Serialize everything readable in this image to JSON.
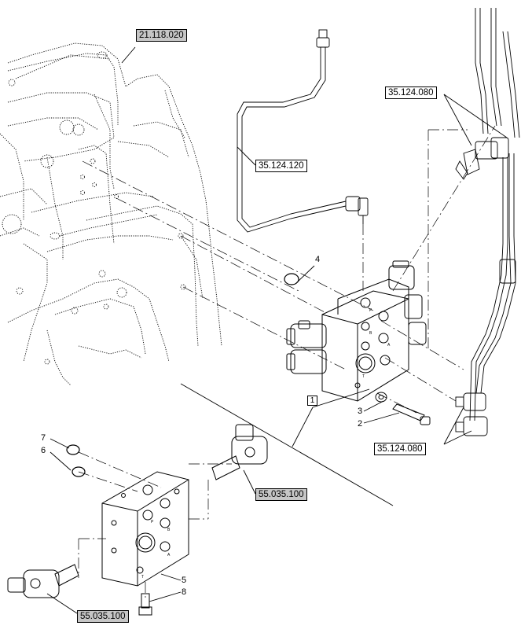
{
  "references": {
    "frame": "21.118.020",
    "pipe": "35.124.120",
    "hoses_upper": "35.124.080",
    "hoses_lower": "35.124.080",
    "solenoid_upper": "55.035.100",
    "solenoid_lower": "55.035.100"
  },
  "part_numbers": {
    "p1": "1",
    "p2": "2",
    "p3": "3",
    "p4": "4",
    "p5": "5",
    "p6": "6",
    "p7": "7",
    "p8": "8"
  },
  "port_marks": {
    "upper_a": "A",
    "upper_b": "B",
    "upper_p": "P",
    "upper_t": "T",
    "lower_a": "A",
    "lower_b": "B",
    "lower_p": "P",
    "lower_t": "T"
  },
  "colors": {
    "line": "#000000",
    "ref_fill": "#c6c6c6"
  }
}
